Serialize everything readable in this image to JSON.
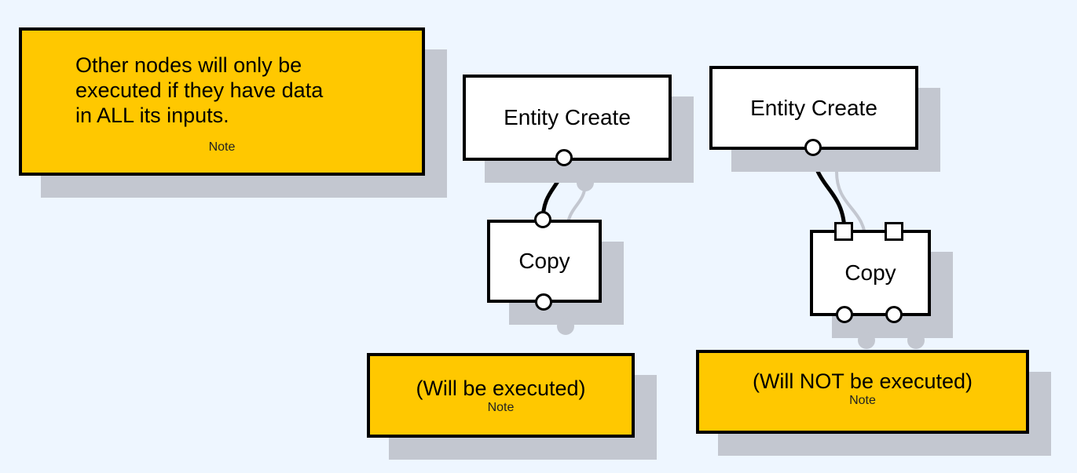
{
  "notes": {
    "main": {
      "text_lines": [
        "Other nodes will only be",
        "executed if they have data",
        "in ALL its inputs."
      ],
      "label": "Note"
    },
    "executed": {
      "text": "(Will be executed)",
      "label": "Note"
    },
    "not_executed": {
      "text": "(Will NOT be executed)",
      "label": "Note"
    }
  },
  "nodes": {
    "left_entity_create": {
      "title": "Entity Create"
    },
    "left_copy": {
      "title": "Copy"
    },
    "right_entity_create": {
      "title": "Entity Create"
    },
    "right_copy": {
      "title": "Copy"
    }
  },
  "colors": {
    "background": "#eef6ff",
    "note_fill": "#ffc800",
    "shadow": "#c3c7d0",
    "node_fill": "#ffffff",
    "outline": "#000000"
  }
}
